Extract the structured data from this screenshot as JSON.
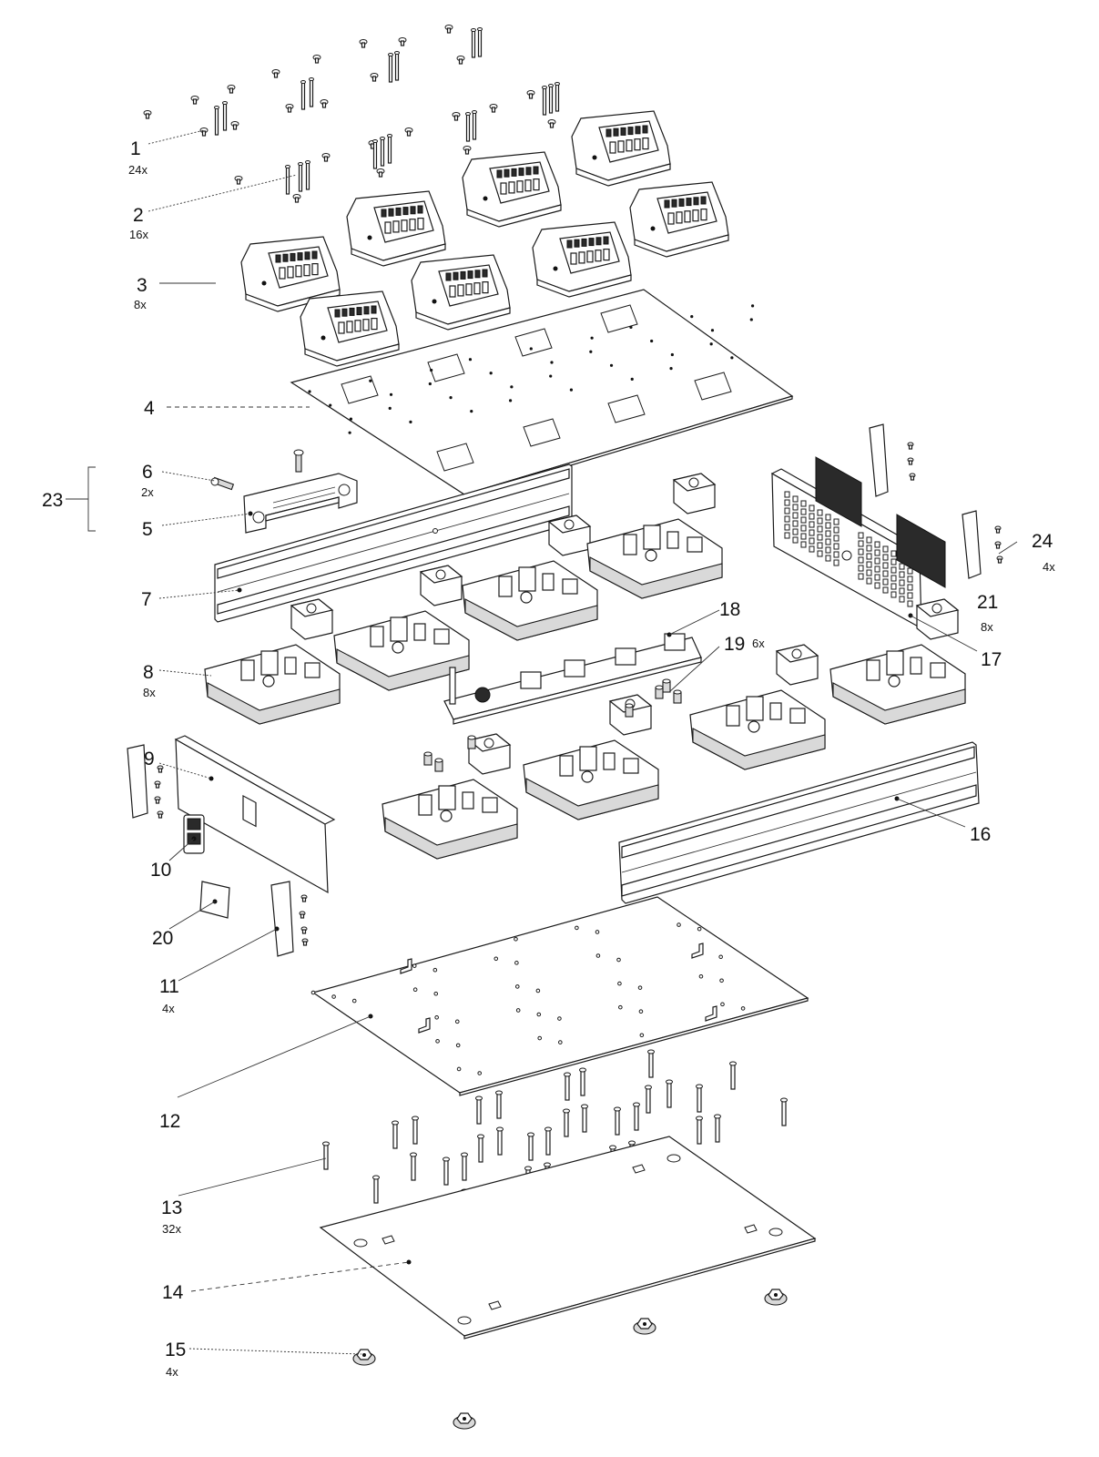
{
  "callouts": [
    {
      "id": "c1",
      "number": "1",
      "qty": "24x"
    },
    {
      "id": "c2",
      "number": "2",
      "qty": "16x"
    },
    {
      "id": "c3",
      "number": "3",
      "qty": "8x"
    },
    {
      "id": "c4",
      "number": "4",
      "qty": ""
    },
    {
      "id": "c5",
      "number": "5",
      "qty": ""
    },
    {
      "id": "c6",
      "number": "6",
      "qty": "2x"
    },
    {
      "id": "c7",
      "number": "7",
      "qty": ""
    },
    {
      "id": "c8",
      "number": "8",
      "qty": "8x"
    },
    {
      "id": "c9",
      "number": "9",
      "qty": ""
    },
    {
      "id": "c10",
      "number": "10",
      "qty": ""
    },
    {
      "id": "c11",
      "number": "11",
      "qty": "4x"
    },
    {
      "id": "c12",
      "number": "12",
      "qty": ""
    },
    {
      "id": "c13",
      "number": "13",
      "qty": "32x"
    },
    {
      "id": "c14",
      "number": "14",
      "qty": ""
    },
    {
      "id": "c15",
      "number": "15",
      "qty": "4x"
    },
    {
      "id": "c16",
      "number": "16",
      "qty": ""
    },
    {
      "id": "c17",
      "number": "17",
      "qty": ""
    },
    {
      "id": "c18",
      "number": "18",
      "qty": ""
    },
    {
      "id": "c19",
      "number": "19",
      "qty": "6x"
    },
    {
      "id": "c20",
      "number": "20",
      "qty": ""
    },
    {
      "id": "c21",
      "number": "21",
      "qty": "8x"
    },
    {
      "id": "c23",
      "number": "23",
      "qty": ""
    },
    {
      "id": "c24",
      "number": "24",
      "qty": "4x"
    }
  ]
}
